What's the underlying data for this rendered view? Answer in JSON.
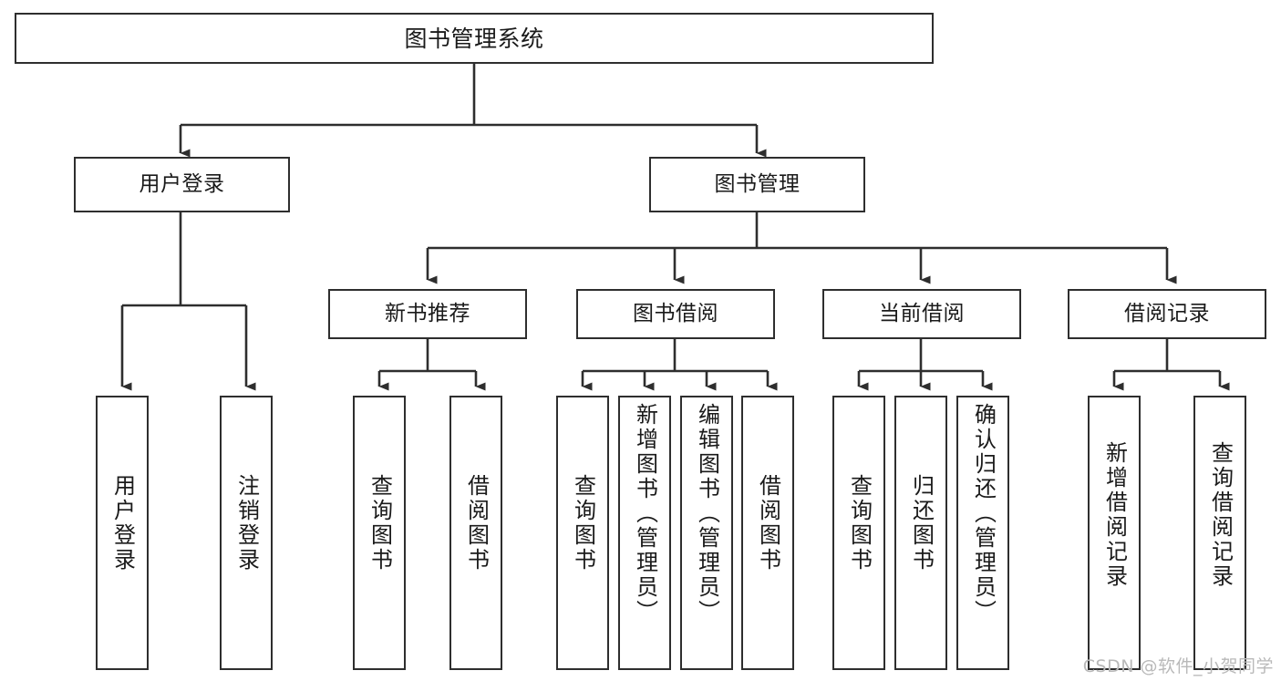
{
  "diagram": {
    "title": "图书管理系统",
    "type": "tree",
    "watermark": "CSDN @软件_小贺同学",
    "colors": {
      "line": "#2e2e2e",
      "box_fill": "#ffffff",
      "text": "#1a1a1a",
      "watermark": "#b9b9b9",
      "background": "#ffffff"
    },
    "nodes": {
      "root": {
        "label": "图书管理系统"
      },
      "level1": [
        {
          "label": "用户登录"
        },
        {
          "label": "图书管理"
        }
      ],
      "level2": [
        {
          "label": "新书推荐"
        },
        {
          "label": "图书借阅"
        },
        {
          "label": "当前借阅"
        },
        {
          "label": "借阅记录"
        }
      ],
      "leaves": {
        "user_login": [
          {
            "label": "用户登录"
          },
          {
            "label": "注销登录"
          }
        ],
        "new_book": [
          {
            "label": "查询图书"
          },
          {
            "label": "借阅图书"
          }
        ],
        "book_borrow": [
          {
            "label": "查询图书"
          },
          {
            "label": "新增图书（管理员）"
          },
          {
            "label": "编辑图书（管理员）"
          },
          {
            "label": "借阅图书"
          }
        ],
        "current_borrow": [
          {
            "label": "查询图书"
          },
          {
            "label": "归还图书"
          },
          {
            "label": "确认归还（管理员）"
          }
        ],
        "borrow_record": [
          {
            "label": "新增借阅记录"
          },
          {
            "label": "查询借阅记录"
          }
        ]
      }
    }
  }
}
